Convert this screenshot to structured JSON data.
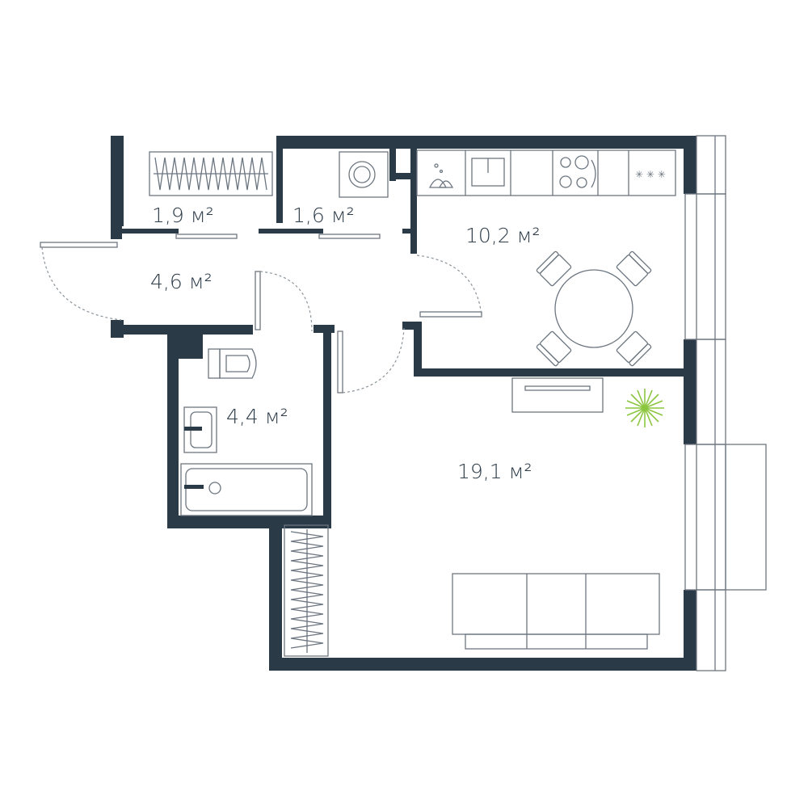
{
  "rooms": [
    {
      "id": "storage",
      "area": "1,9 м²"
    },
    {
      "id": "laundry",
      "area": "1,6 м²"
    },
    {
      "id": "kitchen",
      "area": "10,2 м²"
    },
    {
      "id": "hall",
      "area": "4,6 м²"
    },
    {
      "id": "bathroom",
      "area": "4,4 м²"
    },
    {
      "id": "living",
      "area": "19,1 м²"
    }
  ],
  "colors": {
    "wall": "#2b3a47",
    "line": "#6c7680",
    "plant": "#8cc63f"
  },
  "icons": [
    "wardrobe-icon",
    "washing-machine-icon",
    "sink-icon",
    "stove-icon",
    "dining-set-icon",
    "toilet-icon",
    "washbasin-icon",
    "bathtub-icon",
    "tv-stand-icon",
    "plant-icon",
    "sofa-icon"
  ]
}
